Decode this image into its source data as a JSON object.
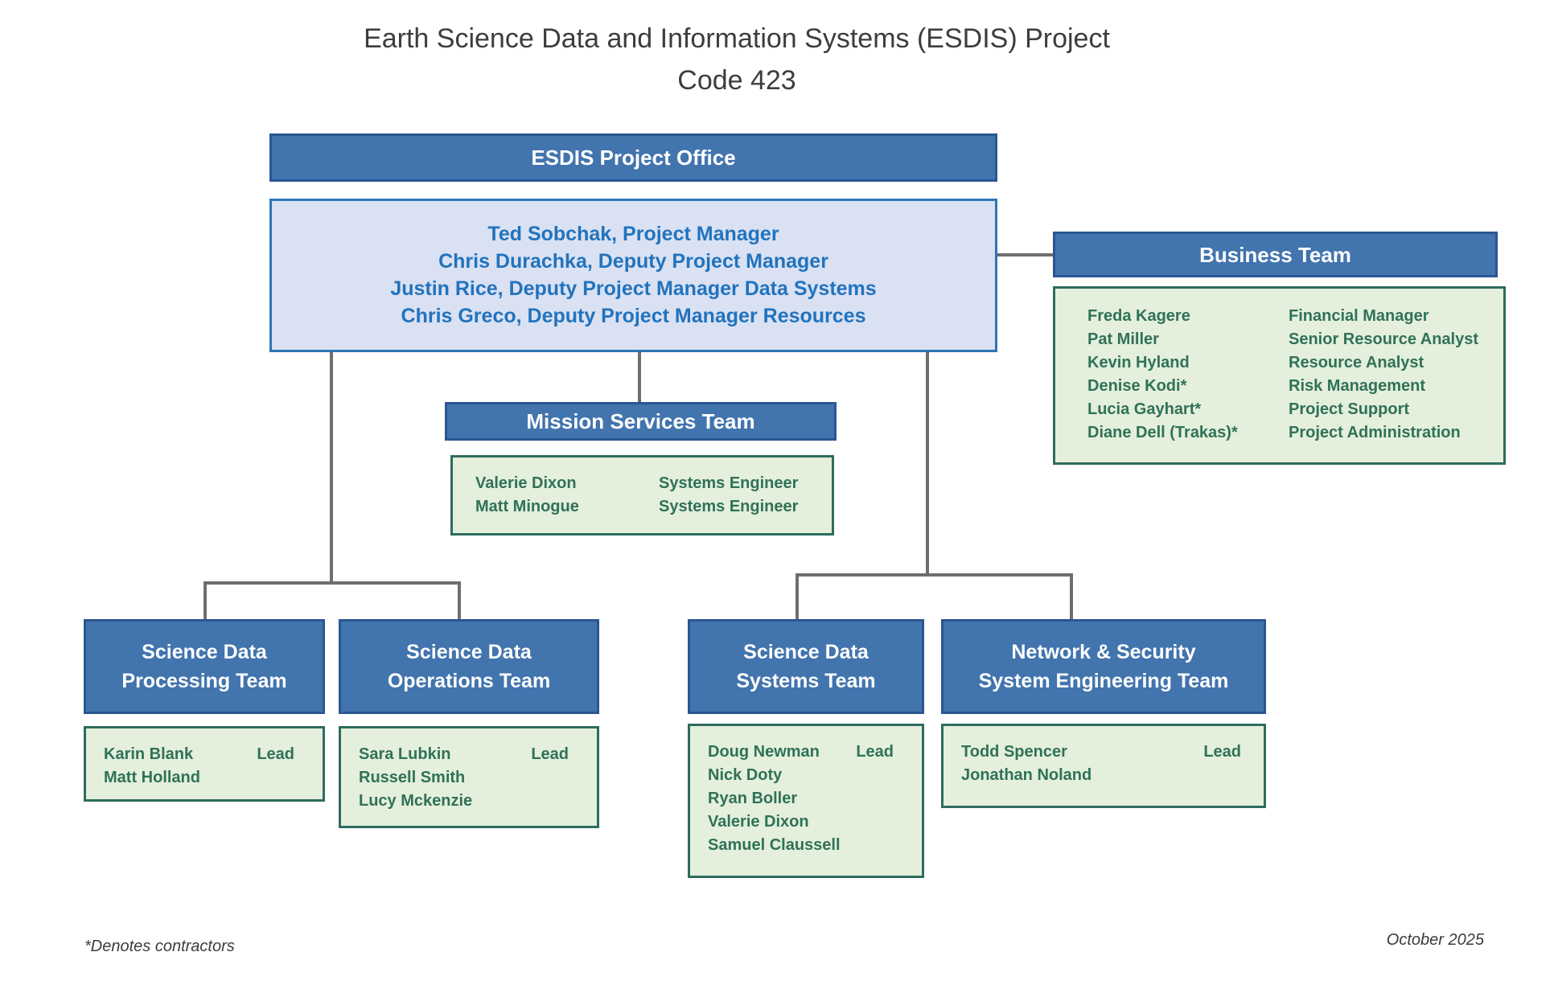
{
  "title": {
    "line1": "Earth Science Data and Information Systems (ESDIS) Project",
    "line2": "Code 423"
  },
  "project_office": {
    "header": "ESDIS Project Office",
    "staff": [
      "Ted Sobchak, Project Manager",
      "Chris Durachka, Deputy Project Manager",
      "Justin Rice, Deputy Project Manager Data Systems",
      "Chris Greco, Deputy Project Manager Resources"
    ]
  },
  "business_team": {
    "header": "Business Team",
    "members": [
      {
        "name": "Freda Kagere",
        "role": "Financial Manager"
      },
      {
        "name": "Pat Miller",
        "role": "Senior Resource Analyst"
      },
      {
        "name": "Kevin Hyland",
        "role": "Resource Analyst"
      },
      {
        "name": "Denise Kodi*",
        "role": "Risk Management"
      },
      {
        "name": "Lucia Gayhart*",
        "role": "Project Support"
      },
      {
        "name": "Diane Dell (Trakas)*",
        "role": "Project Administration"
      }
    ]
  },
  "mission_services_team": {
    "header": "Mission Services Team",
    "members": [
      {
        "name": "Valerie Dixon",
        "role": "Systems Engineer"
      },
      {
        "name": "Matt Minogue",
        "role": "Systems Engineer"
      }
    ]
  },
  "science_data_processing_team": {
    "header_line1": "Science Data",
    "header_line2": "Processing Team",
    "members": [
      {
        "name": "Karin Blank",
        "role": "Lead"
      },
      {
        "name": "Matt Holland",
        "role": ""
      }
    ]
  },
  "science_data_operations_team": {
    "header_line1": "Science Data",
    "header_line2": "Operations Team",
    "members": [
      {
        "name": "Sara Lubkin",
        "role": "Lead"
      },
      {
        "name": "Russell Smith",
        "role": ""
      },
      {
        "name": "Lucy Mckenzie",
        "role": ""
      }
    ]
  },
  "science_data_systems_team": {
    "header_line1": "Science Data",
    "header_line2": "Systems Team",
    "members": [
      {
        "name": "Doug Newman",
        "role": "Lead"
      },
      {
        "name": "Nick Doty",
        "role": ""
      },
      {
        "name": "Ryan Boller",
        "role": ""
      },
      {
        "name": "Valerie Dixon",
        "role": ""
      },
      {
        "name": "Samuel Claussell",
        "role": ""
      }
    ]
  },
  "network_security_team": {
    "header_line1": "Network & Security",
    "header_line2": "System Engineering Team",
    "members": [
      {
        "name": "Todd Spencer",
        "role": "Lead"
      },
      {
        "name": "Jonathan Noland",
        "role": ""
      }
    ]
  },
  "footer": {
    "note": "*Denotes contractors",
    "date": "October 2025"
  },
  "colors": {
    "header_fill": "#4274AE",
    "header_border": "#2B5692",
    "office_fill": "#D9E1F3",
    "office_border": "#2E75B6",
    "office_text": "#2273BD",
    "member_fill": "#E4EFDC",
    "member_border": "#2E6C5E",
    "member_text": "#2F7257",
    "connector": "#6E6E6E"
  }
}
